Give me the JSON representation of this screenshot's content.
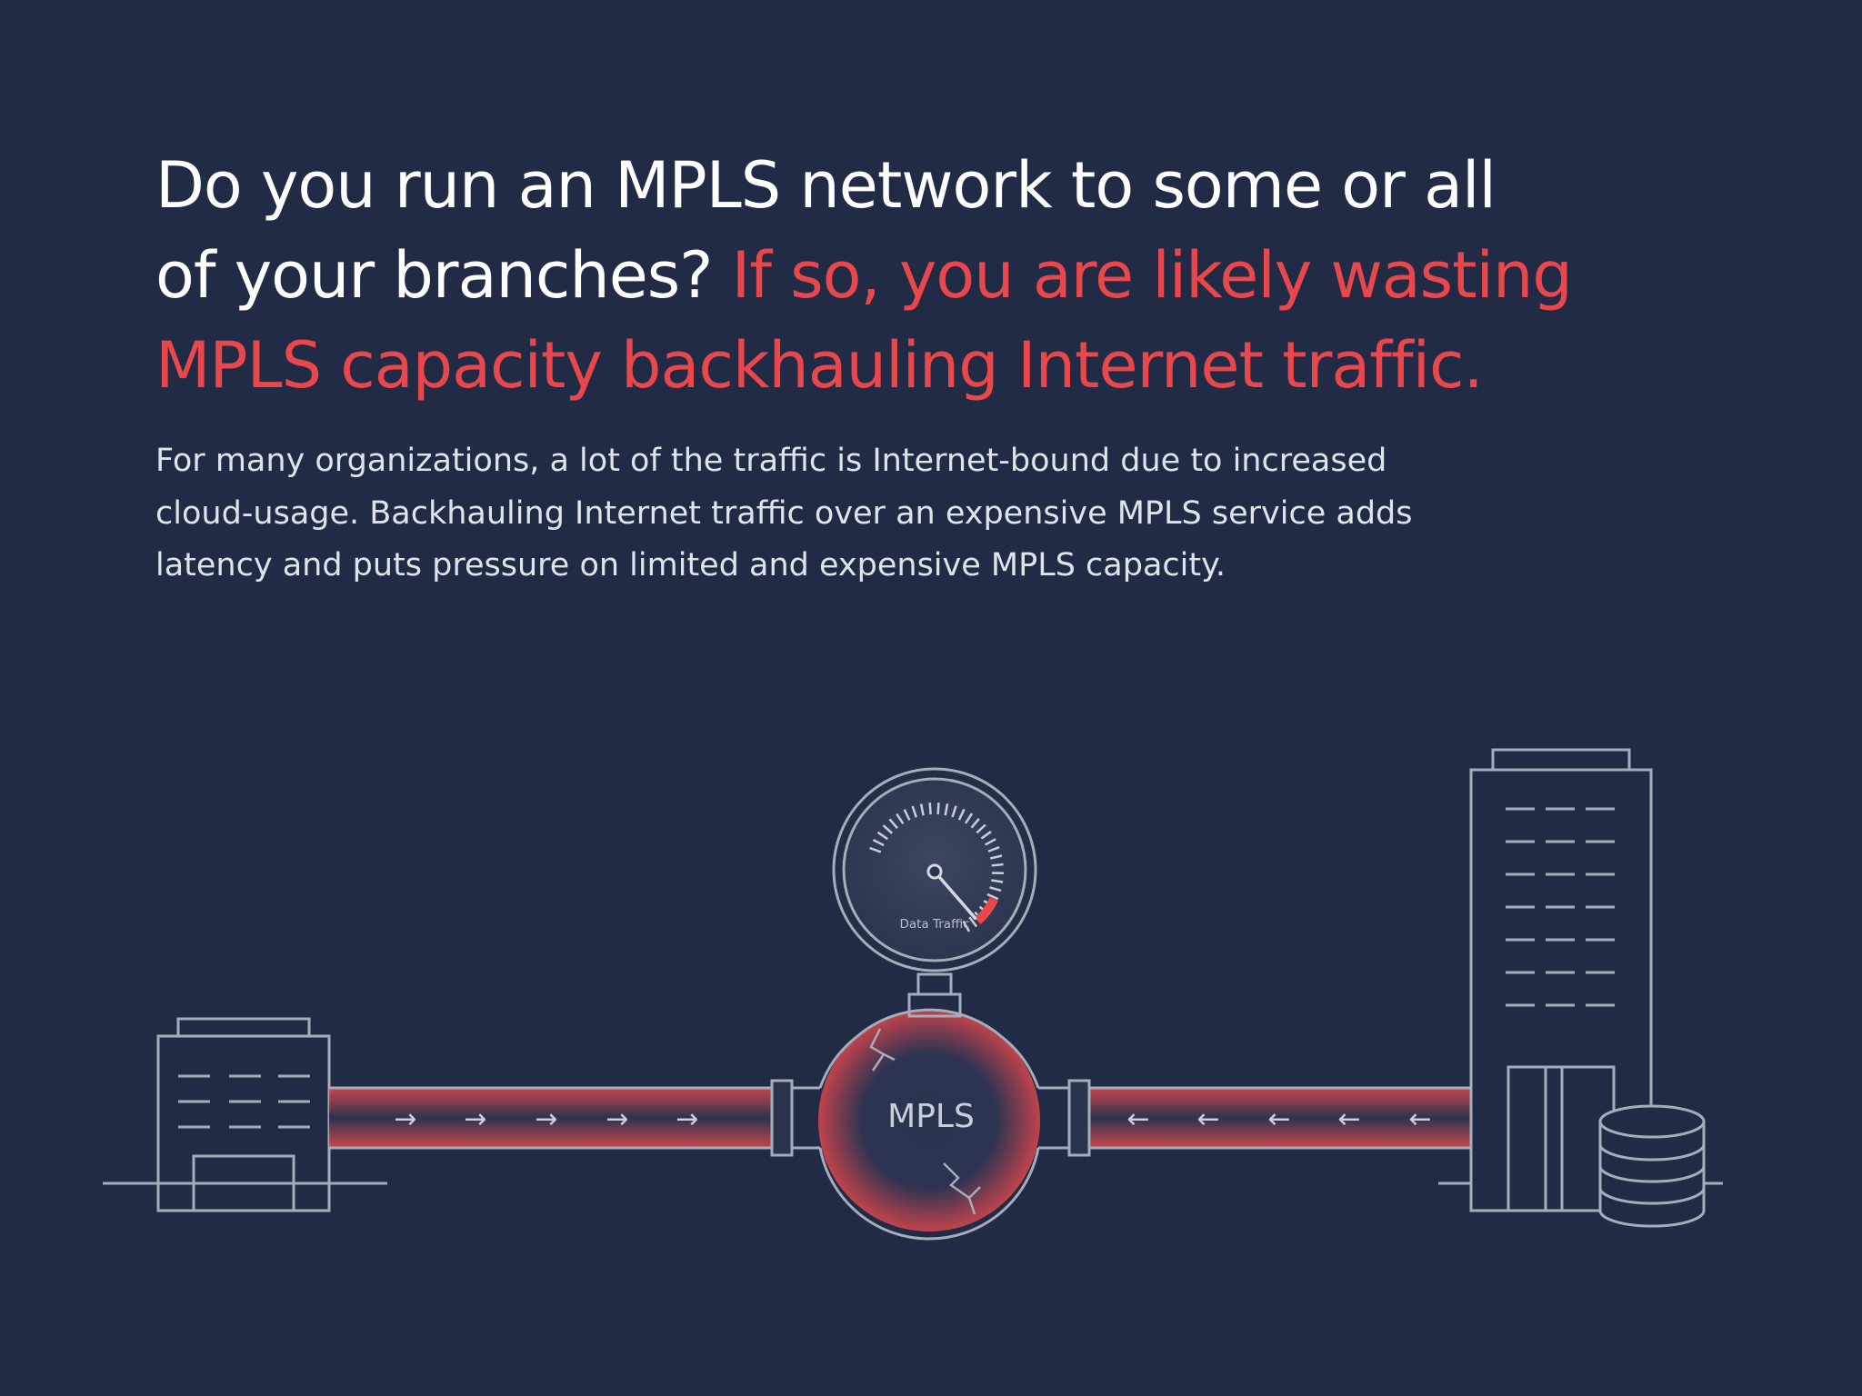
{
  "headline": {
    "part1": "Do you run an MPLS network to some or all of your branches?",
    "part2": "If so, you are likely wasting MPLS capacity backhauling Internet traffic."
  },
  "body": "For many organizations, a lot of the traffic is Internet-bound due to increased cloud-usage. Backhauling Internet traffic over an expensive MPLS service adds latency and puts pressure on limited and expensive MPLS capacity.",
  "diagram": {
    "hub_label": "MPLS",
    "gauge_label": "Data Traffic",
    "gauge_level": 0.95,
    "left_arrow_glyph": "→",
    "right_arrow_glyph": "←"
  },
  "colors": {
    "background": "#212b45",
    "accent": "#e8474b",
    "line": "#a5acba",
    "text": "#ffffff"
  }
}
